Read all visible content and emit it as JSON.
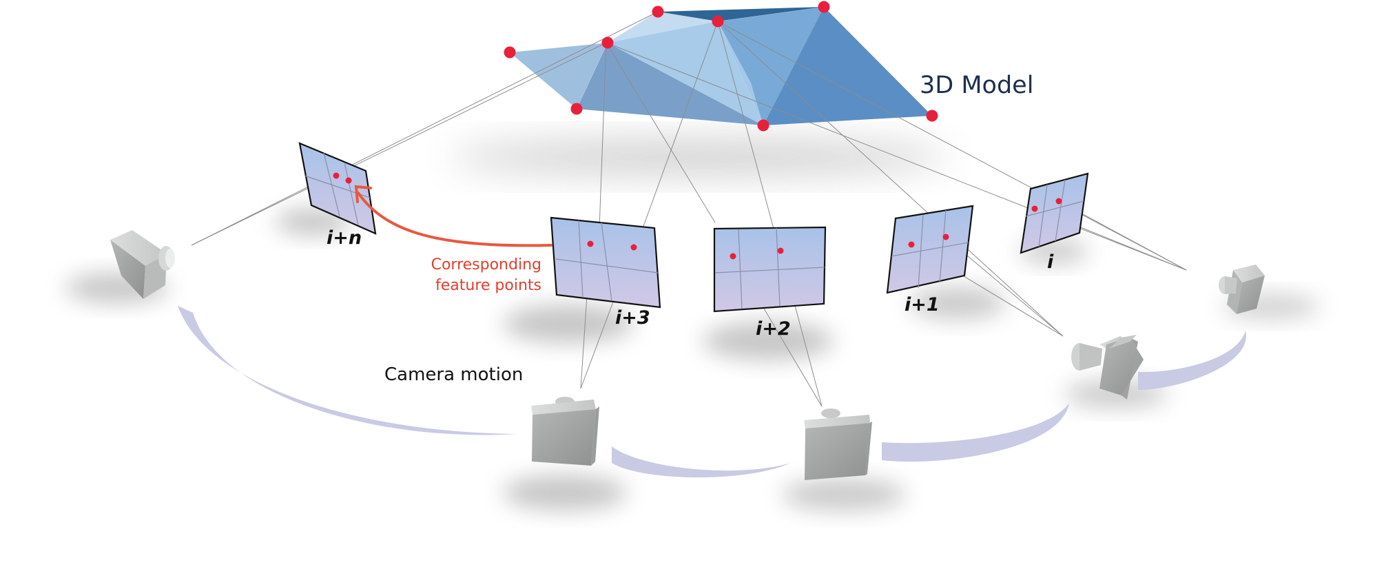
{
  "labels": {
    "model": "3D Model",
    "correspondence_line1": "Corresponding",
    "correspondence_line2": "feature points",
    "camera_motion": "Camera motion"
  },
  "frames": [
    {
      "id": "n",
      "label": "i+n"
    },
    {
      "id": "3",
      "label": "i+3"
    },
    {
      "id": "2",
      "label": "i+2"
    },
    {
      "id": "1",
      "label": "i+1"
    },
    {
      "id": "0",
      "label": "i"
    }
  ],
  "colors": {
    "point": "#e8203c",
    "arrow": "#e9573f",
    "label_red": "#e53d2c",
    "model_dark": "#5b8ec4",
    "model_light": "#c9e0f3",
    "motion_path": "#c9cae3",
    "camera": "#a6a8a8"
  }
}
